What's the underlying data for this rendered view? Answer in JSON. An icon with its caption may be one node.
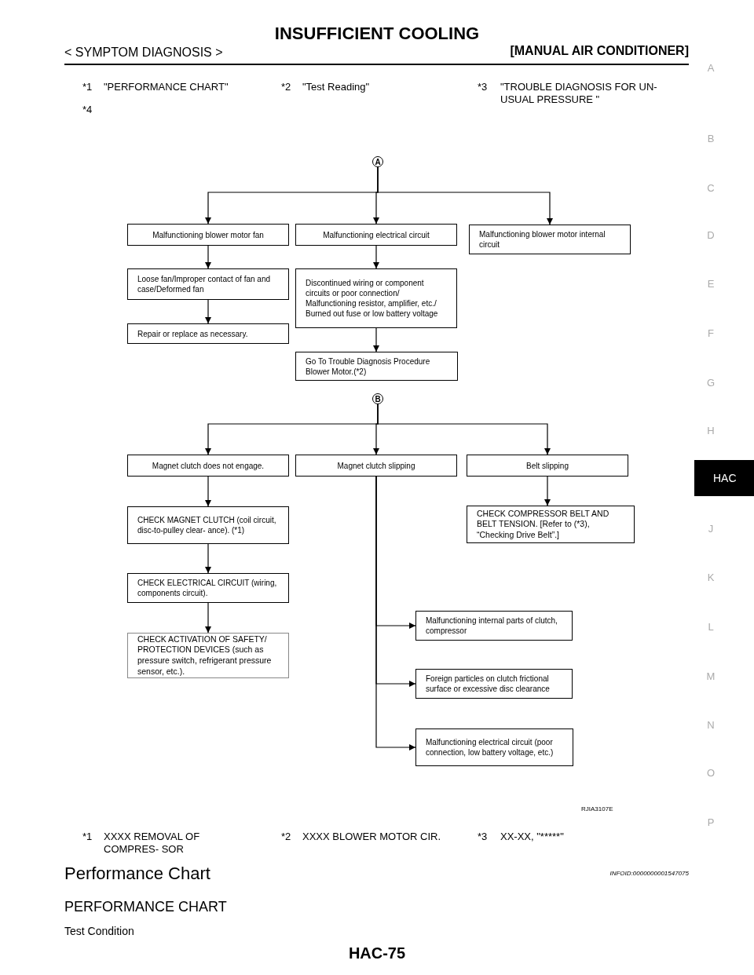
{
  "diagram": {
    "title": "INSUFFICIENT COOLING",
    "nodes": [
      {
        "text": [
          "A"
        ]
      },
      {
        "text": [
          "Malfunctioning blower motor fan"
        ]
      },
      {
        "text": [
          "Malfunctioning electrical circuit"
        ]
      },
      {
        "text": [
          "Malfunctioning blower motor internal circuit"
        ]
      },
      {
        "text": [
          "Loose fan/Improper contact of fan and case/Deformed fan"
        ]
      },
      {
        "text": [
          "Discontinued wiring or component circuits or poor connection/ Malfunctioning resistor, amplifier, etc./ Burned out fuse or low battery voltage"
        ]
      },
      {
        "text": [
          "Repair or replace as necessary."
        ]
      },
      {
        "text": [
          "Go To Trouble Diagnosis Procedure Blower Motor.(*2)"
        ]
      },
      {
        "text": [
          "B"
        ]
      },
      {
        "text": [
          "Magnet clutch does not engage."
        ]
      },
      {
        "text": [
          "Magnet clutch slipping"
        ]
      },
      {
        "text": [
          "Belt slipping"
        ]
      },
      {
        "text": [
          "CHECK MAGNET CLUTCH (coil circuit, disc-to-pulley clear- ance). (*1)"
        ]
      },
      {
        "text": [
          "CHECK COMPRESSOR BELT AND BELT TENSION. [Refer to (*3), “Checking Drive Belt”.]"
        ]
      },
      {
        "text": [
          "CHECK ELECTRICAL CIRCUIT (wiring, components circuit)."
        ]
      },
      {
        "text": [
          "CHECK ACTIVATION OF SAFETY/ PROTECTION DEVICES (such as pressure switch, refrigerant pressure sensor, etc.)."
        ]
      },
      {
        "text": [
          "Malfunctioning internal parts of clutch, compressor"
        ]
      },
      {
        "text": [
          "Foreign particles on clutch frictional surface or excessive disc clearance"
        ]
      },
      {
        "text": [
          "Malfunctioning electrical circuit (poor connection, low battery voltage, etc.)"
        ]
      }
    ],
    "edges": [
      {
        "from": 0,
        "to": 1,
        "arrow": "to"
      },
      {
        "from": 0,
        "to": 2,
        "arrow": "to"
      },
      {
        "from": 0,
        "to": 3,
        "arrow": "to"
      },
      {
        "from": 1,
        "to": 4,
        "arrow": "to"
      },
      {
        "from": 4,
        "to": 6,
        "arrow": "to"
      },
      {
        "from": 2,
        "to": 5,
        "arrow": "to"
      },
      {
        "from": 5,
        "to": 7,
        "arrow": "to"
      },
      {
        "from": 8,
        "to": 9,
        "arrow": "to"
      },
      {
        "from": 8,
        "to": 10,
        "arrow": "to"
      },
      {
        "from": 8,
        "to": 11,
        "arrow": "to"
      },
      {
        "from": 9,
        "to": 12,
        "arrow": "to"
      },
      {
        "from": 12,
        "to": 14,
        "arrow": "to"
      },
      {
        "from": 14,
        "to": 15,
        "arrow": "to"
      },
      {
        "from": 11,
        "to": 13,
        "arrow": "to"
      },
      {
        "from": 10,
        "to": 16,
        "arrow": "to"
      },
      {
        "from": 10,
        "to": 17,
        "arrow": "to"
      },
      {
        "from": 10,
        "to": 18,
        "arrow": "to"
      }
    ],
    "labels": [
      "< SYMPTOM DIAGNOSIS >",
      "[MANUAL AIR CONDITIONER]",
      "*1",
      "\"PERFORMANCE CHART\"",
      "*2",
      "\"Test Reading\"",
      "*3",
      "\"TROUBLE DIAGNOSIS FOR UN- USUAL PRESSURE \"",
      "*4",
      "A",
      "B",
      "C",
      "D",
      "E",
      "F",
      "G",
      "H",
      "HAC",
      "J",
      "K",
      "L",
      "M",
      "N",
      "O",
      "P",
      "RJIA3107E",
      "*1",
      "XXXX REMOVAL OF COMPRES- SOR",
      "*2",
      "XXXX BLOWER MOTOR CIR.",
      "*3",
      "XX-XX, \"*****\"",
      "Performance Chart",
      "INFOID:0000000001547075",
      "PERFORMANCE CHART",
      "Test Condition",
      "HAC-75"
    ]
  }
}
